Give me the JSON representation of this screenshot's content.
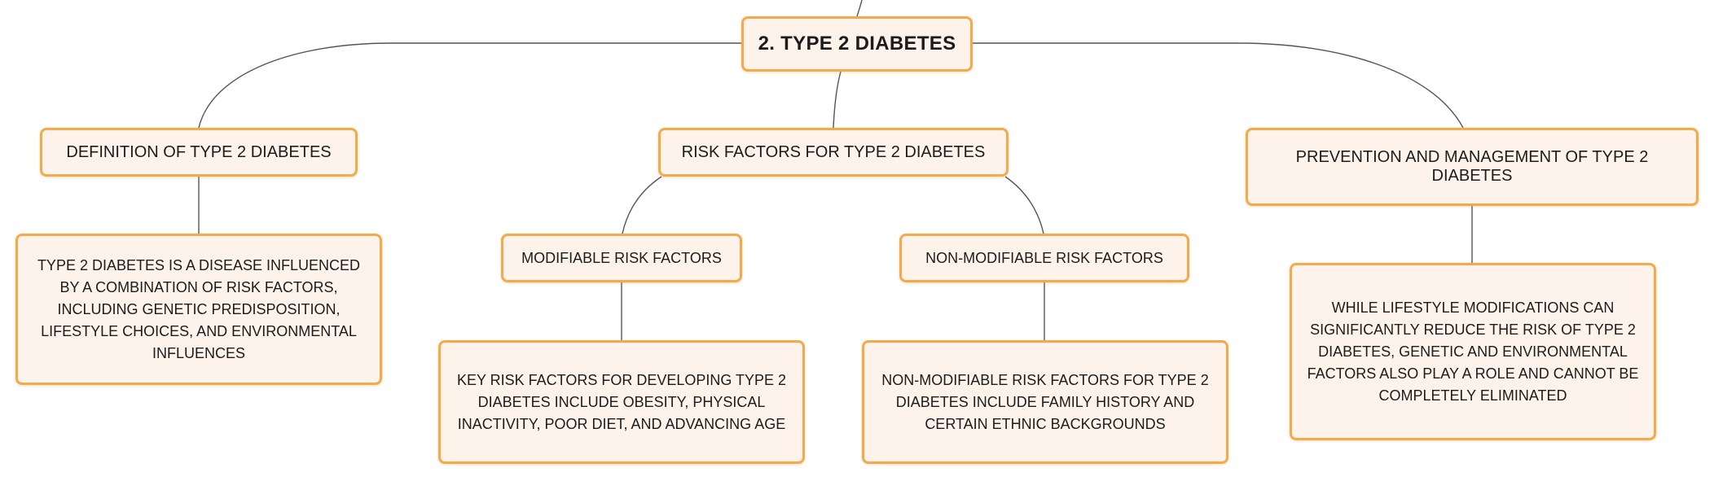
{
  "diagram": {
    "root": {
      "label": "2. TYPE 2 DIABETES"
    },
    "topics": {
      "definition": {
        "label": "DEFINITION OF TYPE 2 DIABETES"
      },
      "risk_factors": {
        "label": "RISK FACTORS FOR TYPE 2 DIABETES"
      },
      "prevention": {
        "label": "PREVENTION AND MANAGEMENT OF TYPE 2 DIABETES"
      }
    },
    "subtopics": {
      "modifiable": {
        "label": "MODIFIABLE RISK FACTORS"
      },
      "non_modifiable": {
        "label": "NON-MODIFIABLE RISK FACTORS"
      }
    },
    "descriptions": {
      "definition": "TYPE 2 DIABETES IS A DISEASE INFLUENCED BY A COMBINATION OF RISK FACTORS, INCLUDING GENETIC PREDISPOSITION, LIFESTYLE CHOICES, AND ENVIRONMENTAL INFLUENCES",
      "modifiable": "KEY RISK FACTORS FOR DEVELOPING TYPE 2 DIABETES INCLUDE OBESITY, PHYSICAL INACTIVITY, POOR DIET, AND ADVANCING AGE",
      "non_modifiable": "NON-MODIFIABLE RISK FACTORS FOR TYPE 2 DIABETES INCLUDE FAMILY HISTORY AND CERTAIN ETHNIC BACKGROUNDS",
      "prevention": "WHILE LIFESTYLE MODIFICATIONS CAN SIGNIFICANTLY REDUCE THE RISK OF TYPE 2 DIABETES, GENETIC AND ENVIRONMENTAL FACTORS ALSO PLAY A ROLE AND CANNOT BE COMPLETELY ELIMINATED"
    },
    "colors": {
      "node_fill": "#fdf3ea",
      "node_border": "#f4a94c",
      "connector": "#555555",
      "text": "#1c1c1c"
    }
  }
}
